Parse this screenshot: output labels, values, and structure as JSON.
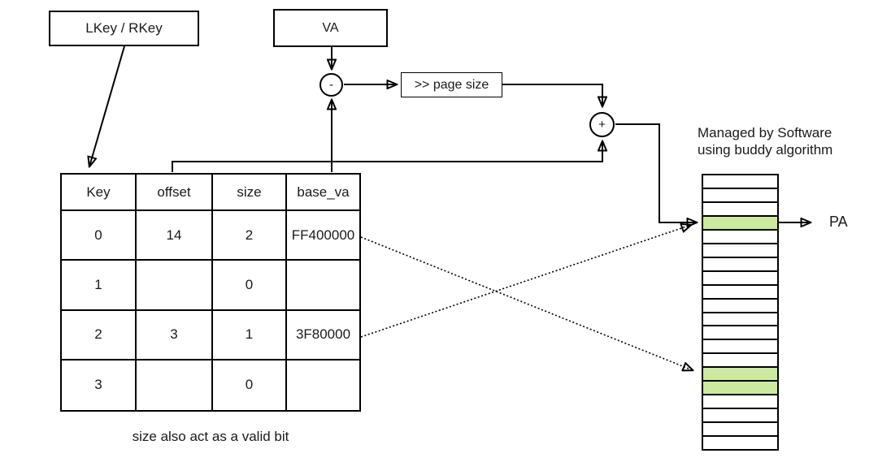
{
  "diagram": {
    "lkey_box": {
      "label": "LKey / RKey"
    },
    "va_box": {
      "label": "VA"
    },
    "page_size_box": {
      "label": ">> page size"
    },
    "minus_op": {
      "label": "-"
    },
    "plus_op": {
      "label": "+"
    },
    "pa_label": "PA",
    "software_note": {
      "line1": "Managed by Software",
      "line2": "using buddy algorithm"
    }
  },
  "table": {
    "headers": [
      "Key",
      "offset",
      "size",
      "base_va"
    ],
    "rows": [
      [
        "0",
        "14",
        "2",
        "FF400000"
      ],
      [
        "1",
        "",
        "0",
        ""
      ],
      [
        "2",
        "3",
        "1",
        "3F80000"
      ],
      [
        "3",
        "",
        "0",
        ""
      ]
    ],
    "caption": "size also act as a valid bit"
  },
  "memory": {
    "row_count": 20,
    "green_rows": [
      3,
      14,
      15
    ],
    "green_color": "#cbea9d"
  },
  "colors": {
    "stroke": "#000000",
    "background": "#ffffff"
  }
}
